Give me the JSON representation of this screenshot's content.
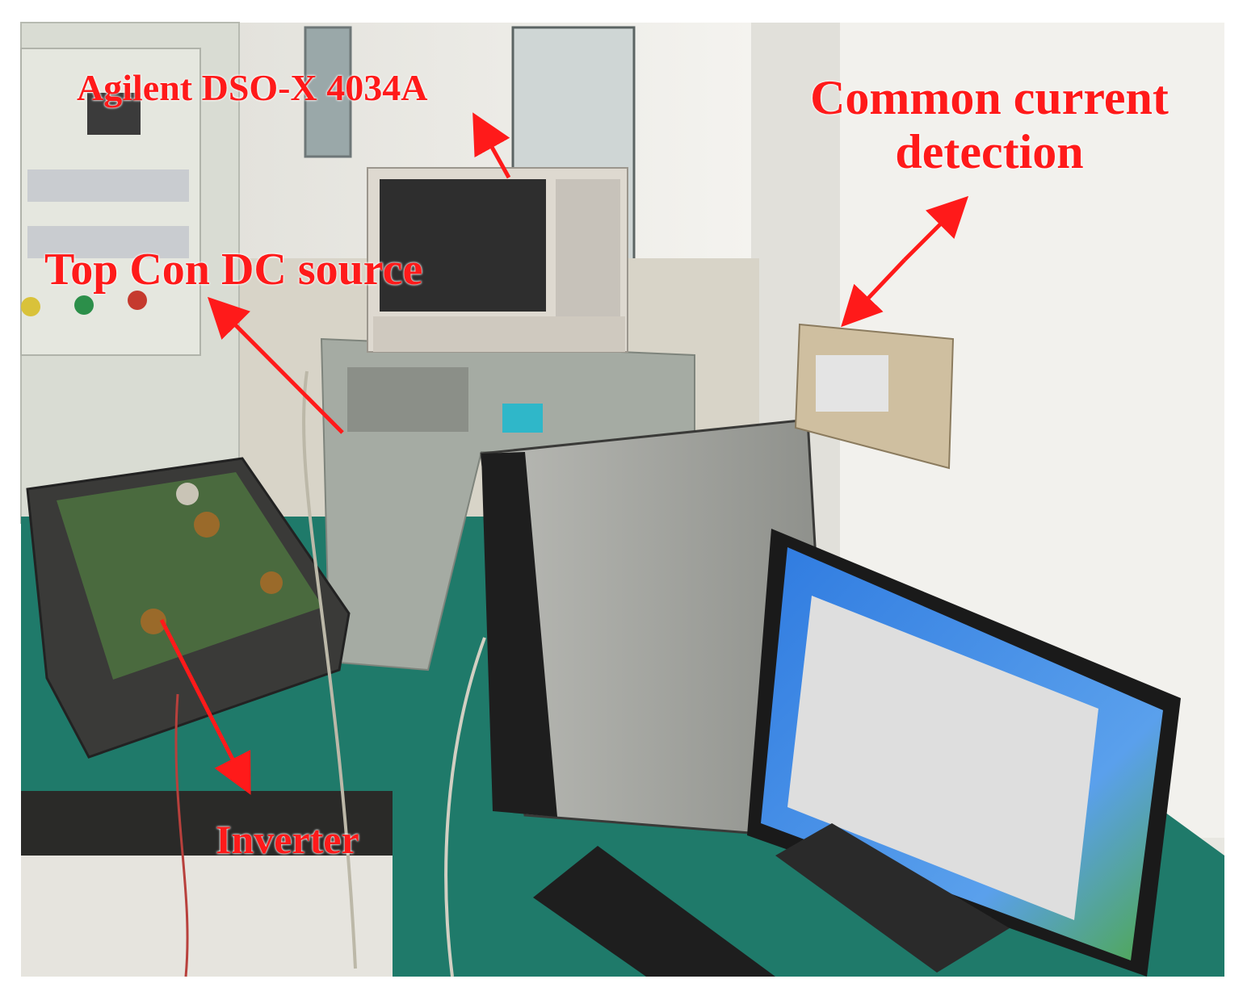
{
  "photo": {
    "subject": "laboratory test bench photograph",
    "colors": {
      "annotation": "#ff1a1a",
      "bench": "#1f7a6a",
      "wall": "#efeeea",
      "cabinet": "#d9dcd3",
      "pc_case": "#9a9c97",
      "monitor_screen": "#2a6fd0"
    },
    "labels": {
      "oscilloscope": "Agilent DSO-X 4034A",
      "dc_source": "Top Con DC source",
      "detection_line1": "Common current",
      "detection_line2": "detection",
      "inverter": "Inverter"
    }
  }
}
